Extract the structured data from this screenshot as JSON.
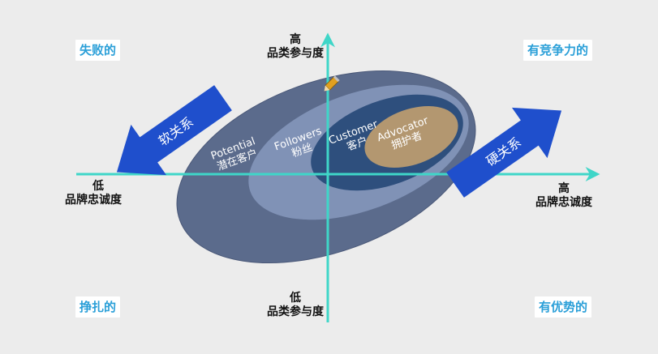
{
  "corners": {
    "top_left": "失败的",
    "top_right": "有竞争力的",
    "bottom_left": "挣扎的",
    "bottom_right": "有优势的"
  },
  "axes": {
    "top": {
      "level": "高",
      "name": "品类参与度"
    },
    "bottom": {
      "level": "低",
      "name": "品类参与度"
    },
    "left": {
      "level": "低",
      "name": "品牌忠诚度"
    },
    "right": {
      "level": "高",
      "name": "品牌忠诚度"
    }
  },
  "rings": [
    {
      "en": "Potential",
      "zh": "潜在客户"
    },
    {
      "en": "Followers",
      "zh": "粉丝"
    },
    {
      "en": "Customer",
      "zh": "客户"
    },
    {
      "en": "Advocator",
      "zh": "拥护者"
    }
  ],
  "arrows": {
    "soft": "软关系",
    "hard": "硬关系"
  },
  "colors": {
    "axis": "#3fd6c8",
    "corner_text": "#2a9fd8",
    "ring_outer": "#5b6b8c",
    "ring_followers": "#8092b6",
    "ring_customer": "#2e4f7d",
    "ring_advocator": "#b39770",
    "arrow": "#1f4fcc"
  },
  "icons": [
    "pencil-icon"
  ]
}
